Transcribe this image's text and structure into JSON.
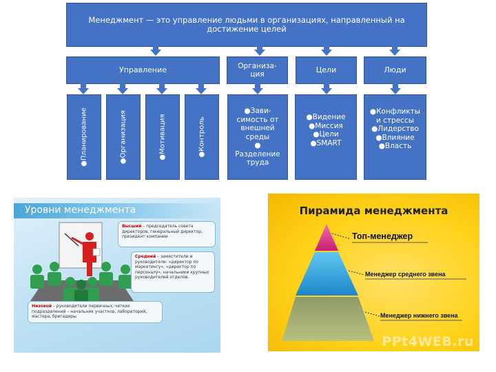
{
  "diagram": {
    "root": "Менеджмент — это управление людьми в организациях, направленный на достижение целей",
    "branches": [
      {
        "label": "Управление",
        "subs": [
          "●Планирование",
          "●Организация",
          "●Мотивация",
          "●Контроль"
        ]
      },
      {
        "label": "Организа-\nция",
        "items": [
          "●Зави-\nсимость от\nвнешней\nсреды",
          "●",
          "Разделение\nтруда"
        ]
      },
      {
        "label": "Цели",
        "items": [
          "●Видение",
          "●Миссия",
          "●Цели",
          "●SMART"
        ]
      },
      {
        "label": "Люди",
        "items": [
          "●Конфликты\nи стрессы",
          "●Лидерство",
          "●Влияние",
          "●Власть"
        ]
      }
    ]
  },
  "levels": {
    "title": "Уровни менеджмента",
    "top": {
      "name": "Высший",
      "text": " – председатель совета директоров, генеральный директор, президент компании"
    },
    "middle": {
      "name": "Средний",
      "text": " – заместители и руководители: «директор по маркетингу», «директор по персоналу», начальники крупных руководителей отделов."
    },
    "low": {
      "name": "Низовой",
      "text": " – руководители первичных, четких подразделений – начальник участков, лабораторий, мастера, бригадиры"
    }
  },
  "pyramid": {
    "title": "Пирамида менеджмента",
    "labels": [
      "Топ-менеджер",
      "Менеджер среднего звена",
      "Менеджер нижнего звена"
    ],
    "watermark": "PPt4WEB.ru"
  },
  "colors": {
    "box": "#4472c4",
    "arrow": "#4472c4",
    "accent": "#c00000"
  }
}
